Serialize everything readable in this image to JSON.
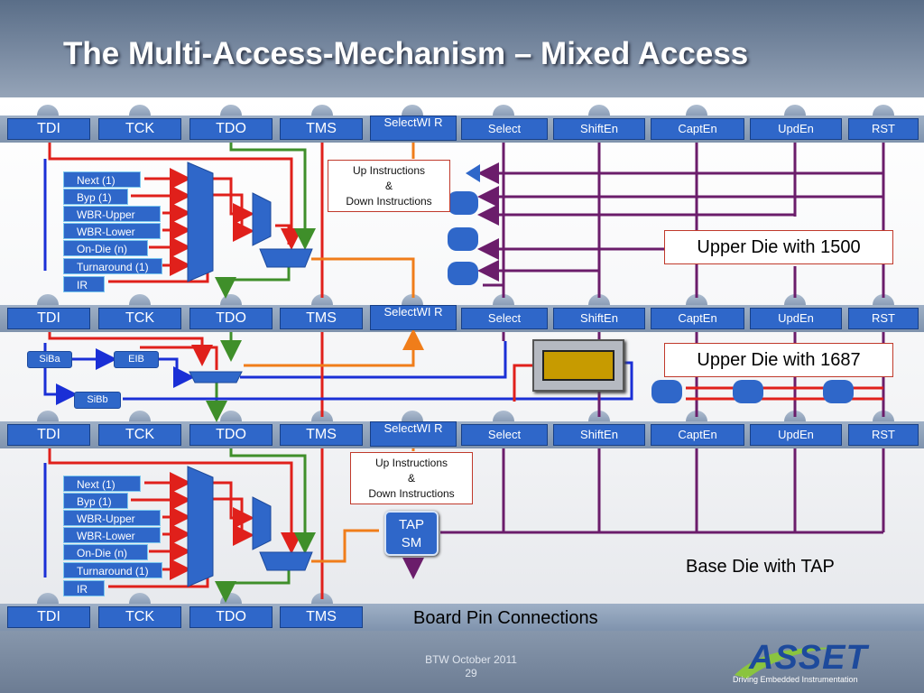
{
  "title": "The Multi-Access-Mechanism – Mixed Access",
  "bar_labels": {
    "tdi": "TDI",
    "tck": "TCK",
    "tdo": "TDO",
    "tms": "TMS",
    "selectwir": "SelectWI R",
    "select": "Select",
    "shiften": "ShiftEn",
    "capten": "CaptEn",
    "upden": "UpdEn",
    "rst": "RST"
  },
  "register_labels": {
    "next": "Next (1)",
    "byp": "Byp (1)",
    "wbr_upper": "WBR-Upper",
    "wbr_lower": "WBR-Lower",
    "on_die": "On-Die (n)",
    "turnaround": "Turnaround (1)",
    "ir": "IR"
  },
  "notes": {
    "upper_instructions_1": "Up Instructions",
    "amp_1": "&",
    "down_instructions_1": "Down Instructions",
    "upper_instructions_2": "Up Instructions",
    "amp_2": "&",
    "down_instructions_2": "Down Instructions"
  },
  "middle": {
    "siba": "SiBa",
    "eib": "EIB",
    "sibb": "SiBb"
  },
  "dies": {
    "upper_1500": "Upper Die with 1500",
    "upper_1687": "Upper Die with 1687",
    "base_tap": "Base Die with TAP",
    "board": "Board Pin Connections"
  },
  "tap_sm": {
    "line1": "TAP",
    "line2": "SM"
  },
  "footer": {
    "date": "BTW October 2011",
    "page": "29"
  },
  "logo": {
    "name": "ASSET",
    "tagline": "Driving Embedded Instrumentation"
  },
  "colors": {
    "signal_blue": "#2f67c9",
    "wire_red": "#e0201b",
    "wire_green": "#3f8f2a",
    "wire_purple": "#6b1d6b",
    "wire_orange": "#f07d1a",
    "wire_blue": "#1a2fd6",
    "die_box_gold": "#c79b00"
  }
}
